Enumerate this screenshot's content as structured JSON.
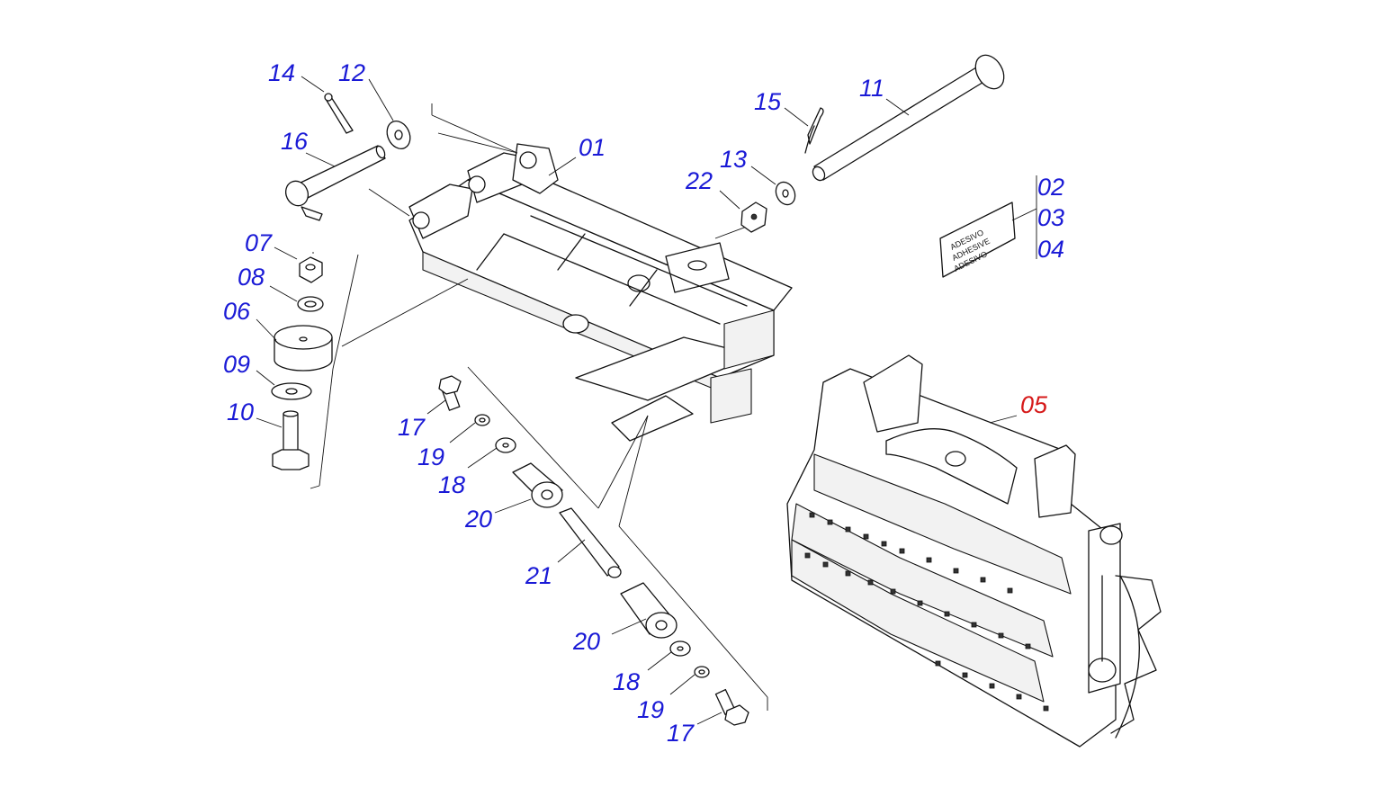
{
  "colors": {
    "label": "#1a1ad6",
    "assembly_label": "#d61a1a",
    "line": "#111111",
    "background": "#ffffff"
  },
  "labels": {
    "p01": "01",
    "p02": "02",
    "p03": "03",
    "p04": "04",
    "p05": "05",
    "p06": "06",
    "p07": "07",
    "p08": "08",
    "p09": "09",
    "p10": "10",
    "p11": "11",
    "p12": "12",
    "p13": "13",
    "p14": "14",
    "p15": "15",
    "p16": "16",
    "p17a": "17",
    "p17b": "17",
    "p18a": "18",
    "p18b": "18",
    "p19a": "19",
    "p19b": "19",
    "p20a": "20",
    "p20b": "20",
    "p21": "21",
    "p22": "22"
  },
  "sticker": {
    "line1": "ADESIVO",
    "line2": "ADHESIVE",
    "line3": "ADESIVO"
  }
}
